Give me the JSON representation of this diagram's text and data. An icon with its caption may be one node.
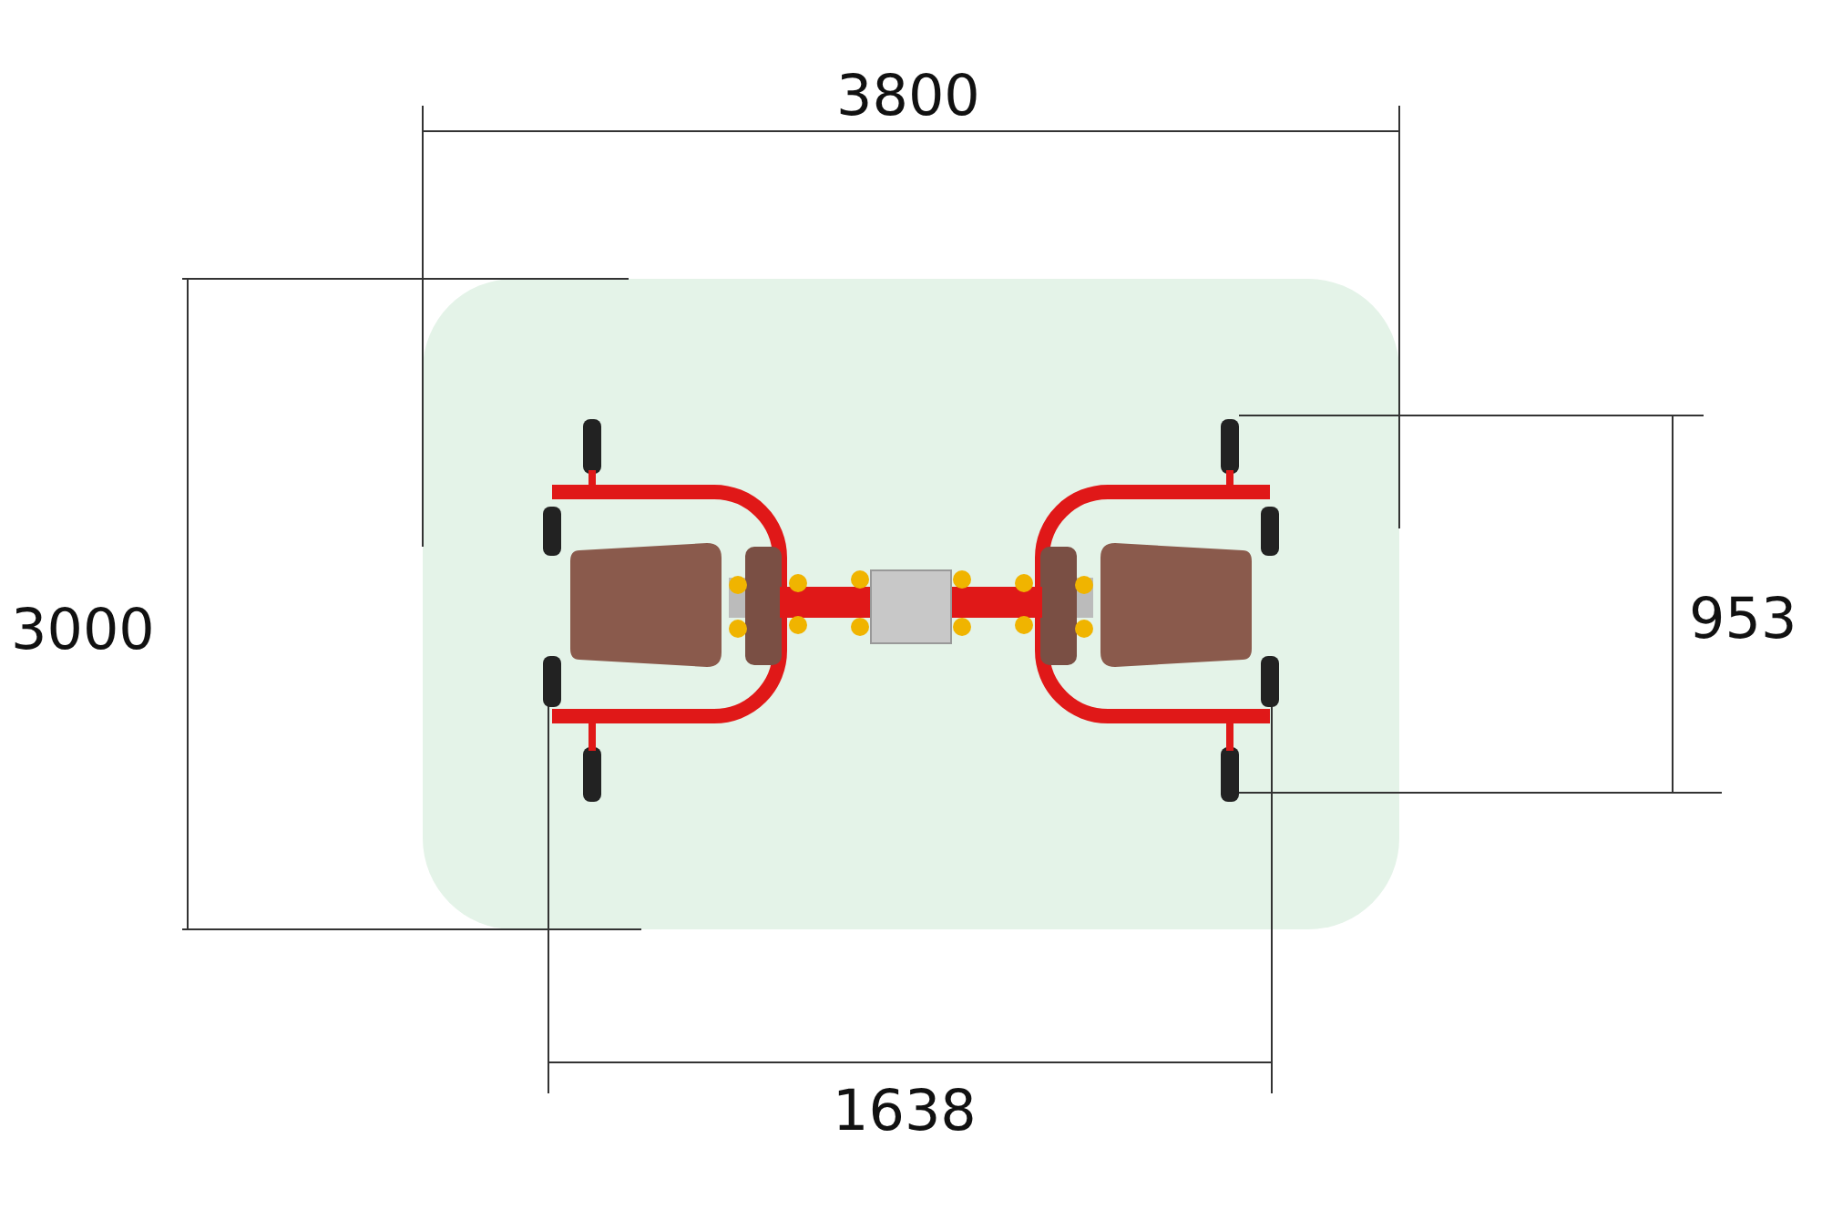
{
  "diagram": {
    "labels": [
      "3800",
      "3000",
      "953",
      "1638"
    ]
  }
}
